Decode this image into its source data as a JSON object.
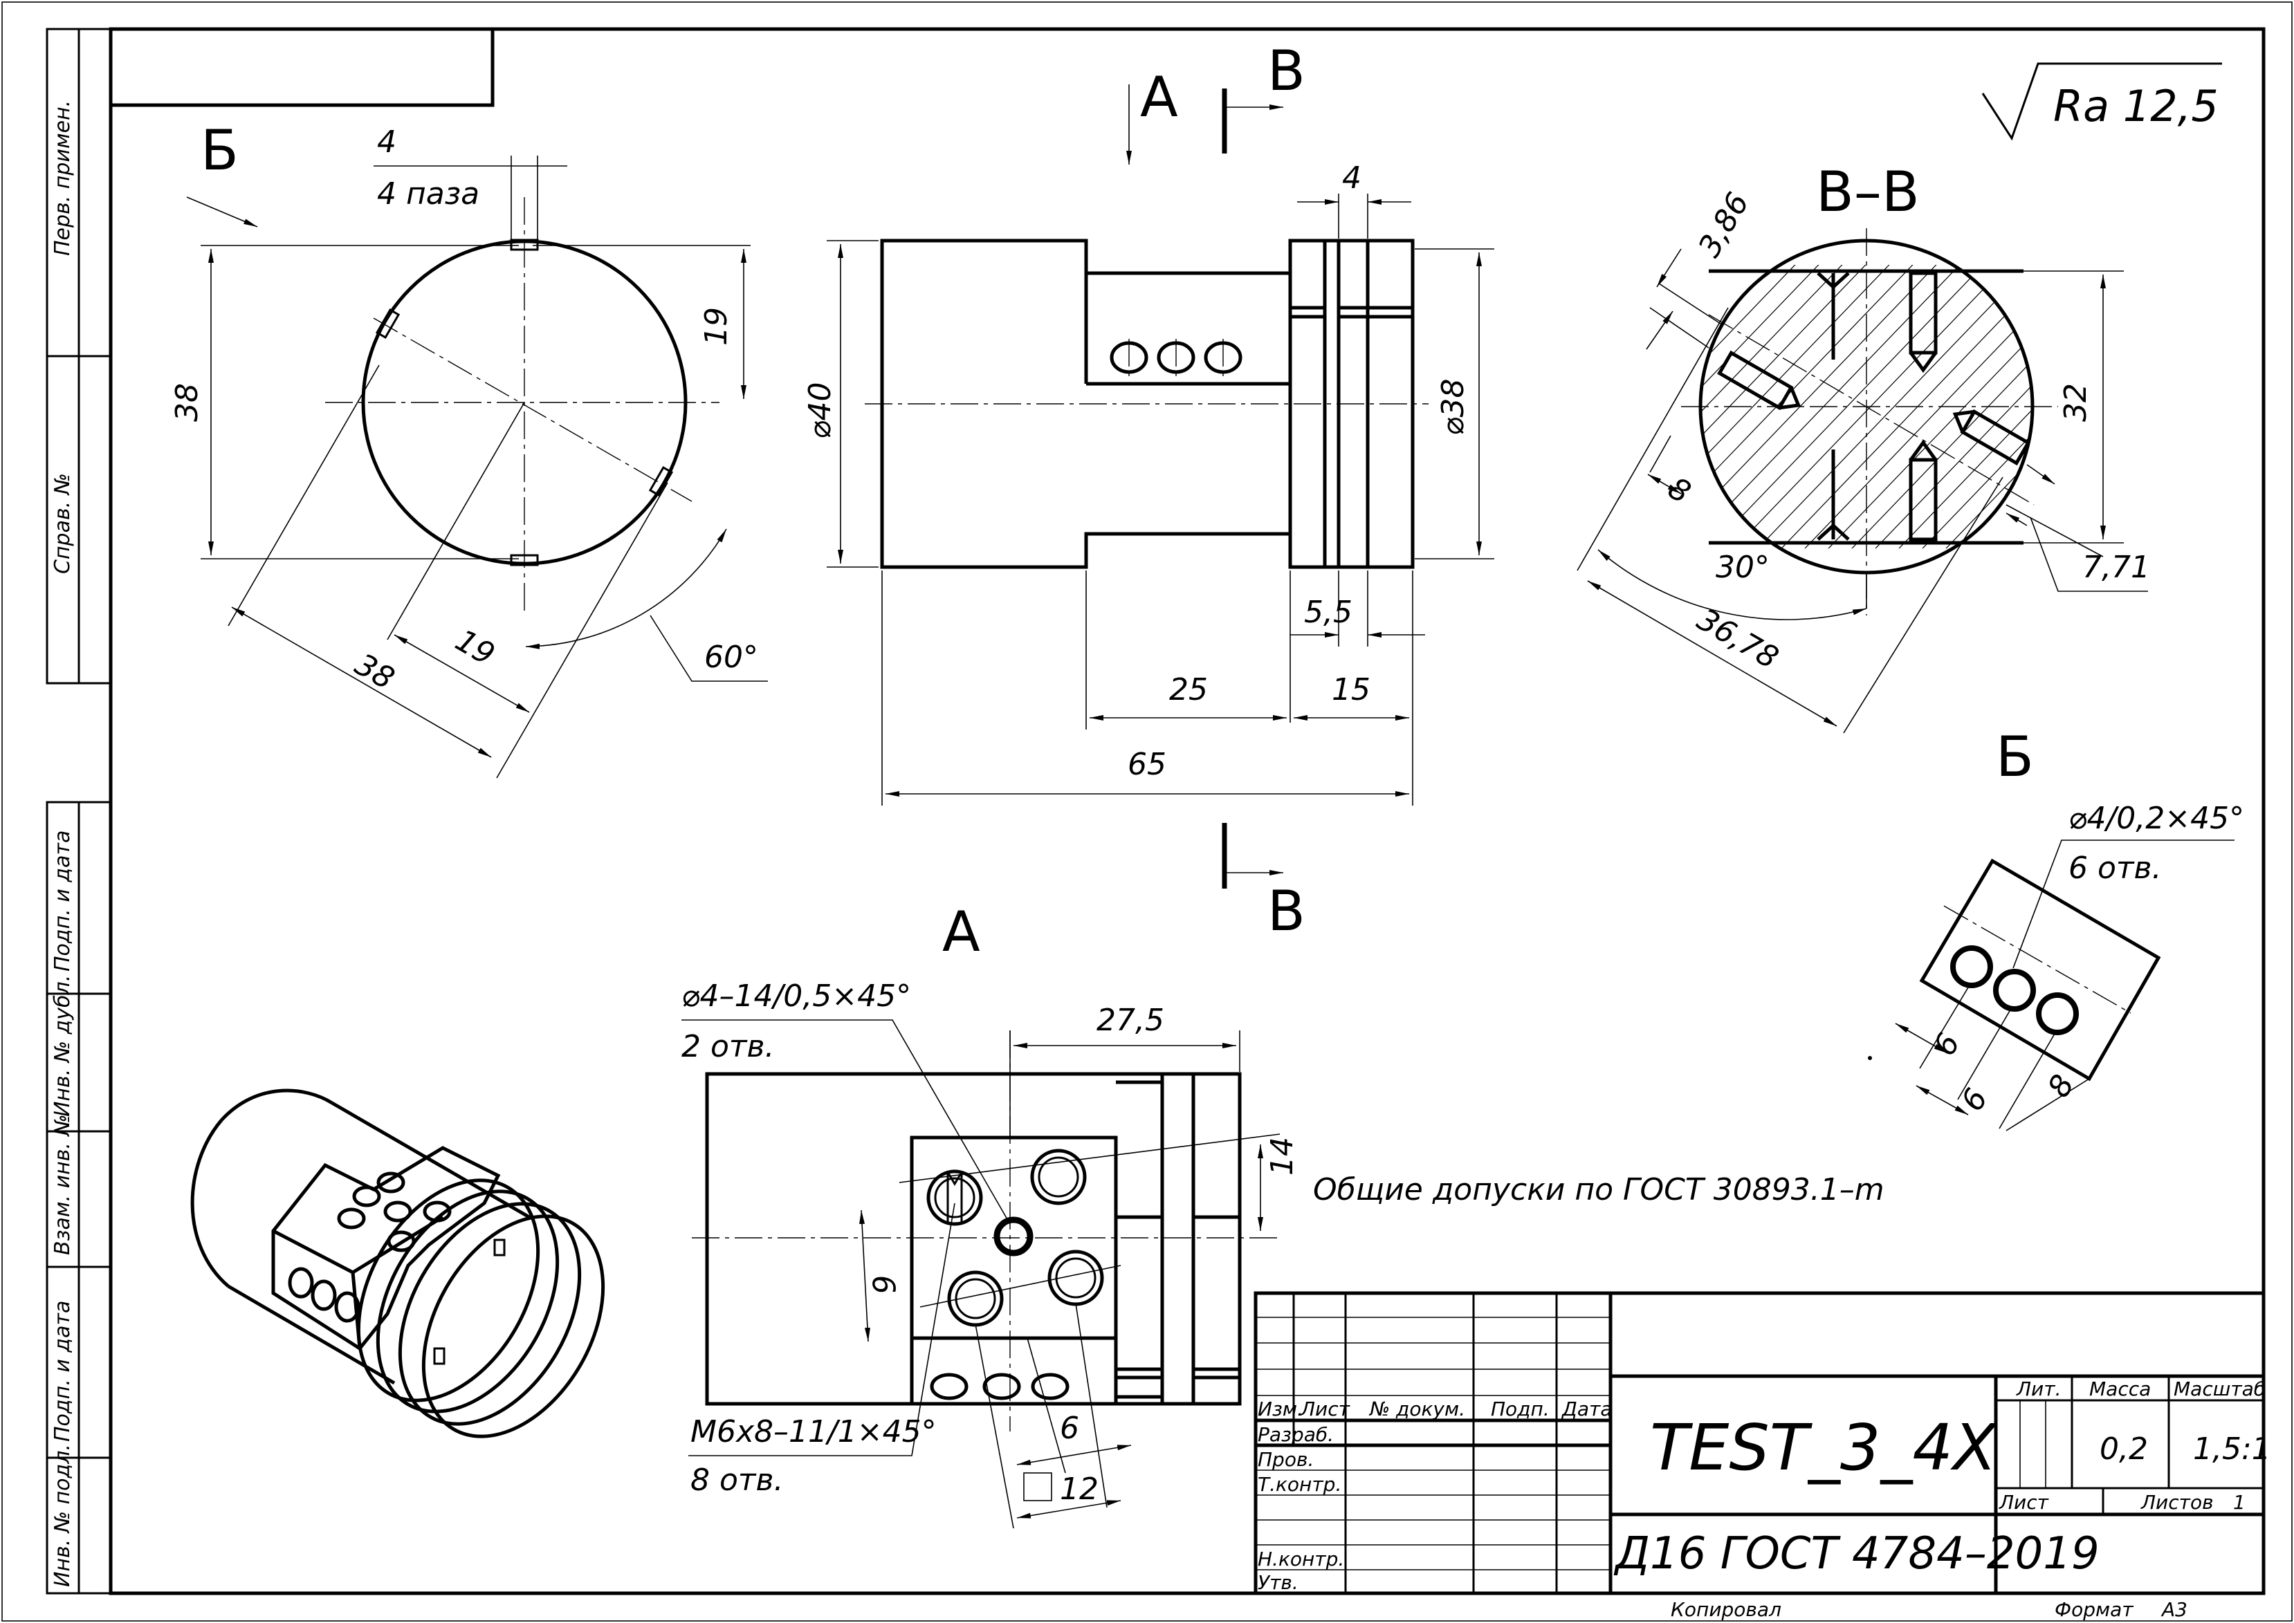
{
  "roughness": "Ra 12,5",
  "views": {
    "letter_b": "Б",
    "letter_a": "А",
    "letter_v": "В",
    "section_title": "В–В"
  },
  "dims_left": {
    "d4": "4",
    "slots": "4 паза",
    "d19_right": "19",
    "d38_left": "38",
    "d38_bottom": "38",
    "d19_bottom": "19",
    "angle60": "60°"
  },
  "dims_center": {
    "d4_top": "4",
    "dia40": "⌀40",
    "dia38": "⌀38",
    "d5_5": "5,5",
    "d25": "25",
    "d15": "15",
    "d65": "65"
  },
  "dims_section": {
    "d3_86": "3,86",
    "d32": "32",
    "d8": "8",
    "d30deg": "30°",
    "d7_71": "7,71",
    "d36_78": "36,78"
  },
  "dims_view_b": {
    "hole_spec": "⌀4/0,2×45°",
    "hole_count": "6 отв.",
    "d6a": "6",
    "d6b": "6",
    "d8": "8"
  },
  "dims_view_a": {
    "hole_spec": "⌀4–14/0,5×45°",
    "hole_count": "2 отв.",
    "d27_5": "27,5",
    "d14": "14",
    "d9": "9",
    "thread_spec": "М6х8–11/1×45°",
    "thread_count": "8 отв.",
    "d6": "6",
    "d12": "12"
  },
  "tolerance_note": "Общие допуски по ГОСТ 30893.1–m",
  "side_stamps": [
    "Перв. примен.",
    "Справ. №",
    "Подп. и дата",
    "Инв. № дубл.",
    "Взам. инв. №",
    "Подп. и дата",
    "Инв. № подл."
  ],
  "title_block": {
    "col_izm": "Изм.",
    "col_list": "Лист",
    "col_doc": "№ докум.",
    "col_podp": "Подп.",
    "col_data": "Дата",
    "row_razrab": "Разраб.",
    "row_prov": "Пров.",
    "row_tkontr": "Т.контр.",
    "row_nkontr": "Н.контр.",
    "row_utv": "Утв.",
    "designation": "TEST_3_4X",
    "material": "Д16 ГОСТ 4784–2019",
    "lit_label": "Лит.",
    "mass_label": "Масса",
    "scale_label": "Масштаб",
    "mass_value": "0,2",
    "scale_value": "1,5:1",
    "sheet_label": "Лист",
    "sheets_label": "Листов",
    "sheets_value": "1",
    "copied_label": "Копировал",
    "format_label": "Формат",
    "format_value": "А3"
  }
}
